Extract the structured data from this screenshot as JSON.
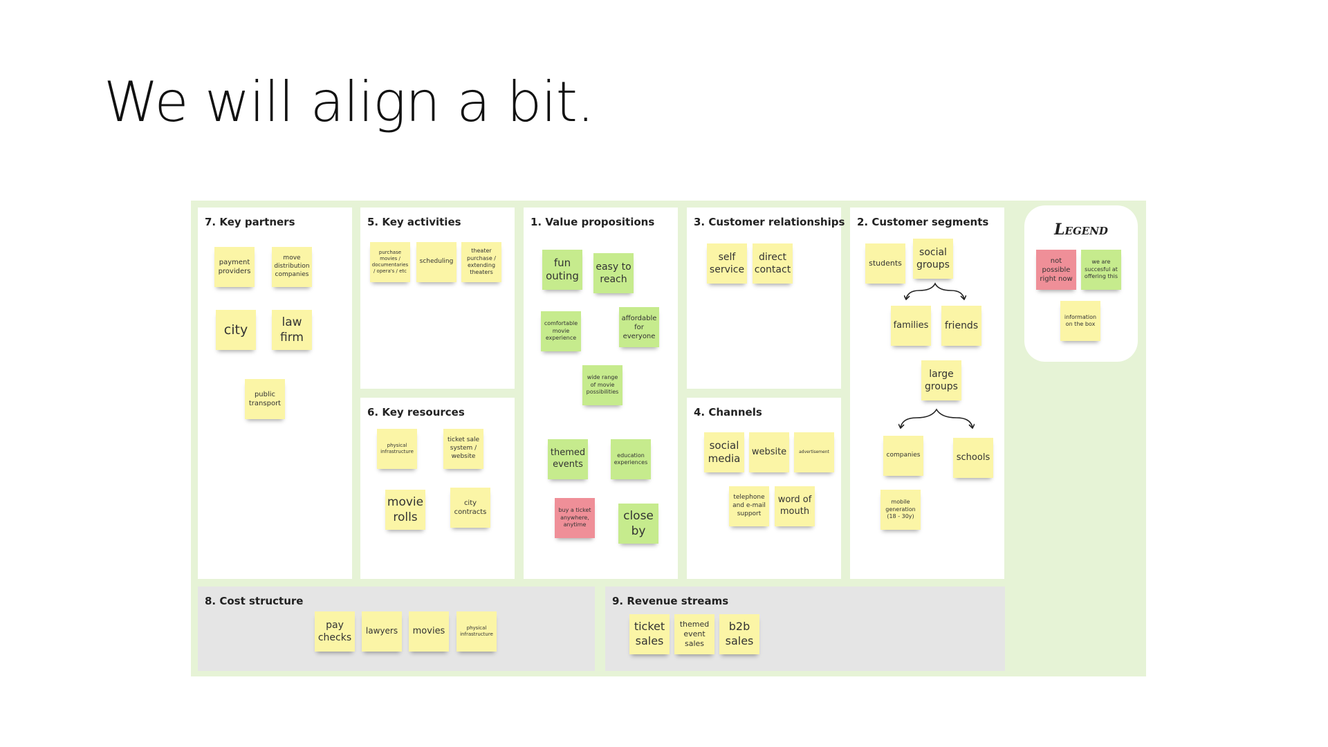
{
  "slide": {
    "title": "We will align a bit."
  },
  "canvas": {
    "key_partners": {
      "title": "7. Key partners",
      "notes": [
        "payment providers",
        "move distribution companies",
        "city",
        "law firm",
        "public transport"
      ]
    },
    "key_activities": {
      "title": "5. Key activities",
      "notes": [
        "purchase movies / documentaries / opera's / etc",
        "scheduling",
        "theater purchase / extending theaters"
      ]
    },
    "key_resources": {
      "title": "6. Key resources",
      "notes": [
        "physical infrastructure",
        "ticket sale system / website",
        "movie rolls",
        "city contracts"
      ]
    },
    "value_propositions": {
      "title": "1. Value propositions",
      "notes": [
        "fun outing",
        "easy to reach",
        "comfortable movie experience",
        "affordable for everyone",
        "wide range of movie possibilities",
        "themed events",
        "education experiences",
        "buy a ticket anywhere, anytime",
        "close by"
      ]
    },
    "customer_relationships": {
      "title": "3. Customer relationships",
      "notes": [
        "self service",
        "direct contact"
      ]
    },
    "channels": {
      "title": "4. Channels",
      "notes": [
        "social media",
        "website",
        "advertisement",
        "telephone and e-mail support",
        "word of mouth"
      ]
    },
    "customer_segments": {
      "title": "2. Customer segments",
      "notes": [
        "students",
        "social groups",
        "families",
        "friends",
        "large groups",
        "companies",
        "schools",
        "mobile generation (18 - 30y)"
      ]
    },
    "cost_structure": {
      "title": "8. Cost structure",
      "notes": [
        "pay checks",
        "lawyers",
        "movies",
        "physical infrastructure"
      ]
    },
    "revenue_streams": {
      "title": "9. Revenue streams",
      "notes": [
        "ticket sales",
        "themed event sales",
        "b2b sales"
      ]
    },
    "legend": {
      "title": "Legend",
      "notes": [
        "not possible right now",
        "we are succesful at offering this",
        "information on the box"
      ]
    }
  },
  "colors": {
    "canvas_bg": "#e6f3d6",
    "note_yellow": "#fbf5a6",
    "note_green": "#c6eb8d",
    "note_red": "#ef8f98",
    "panel_grey": "#e5e5e5"
  }
}
